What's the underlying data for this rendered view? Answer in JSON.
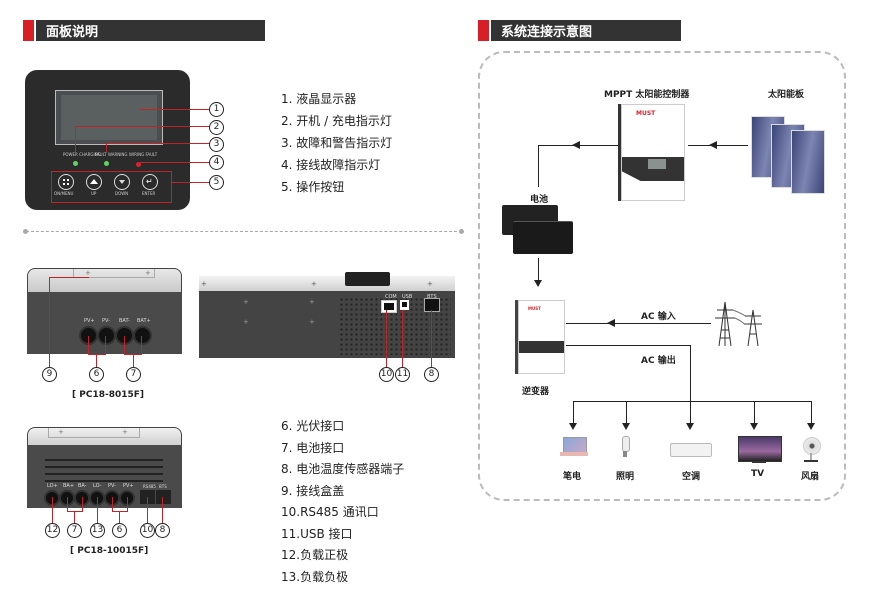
{
  "left_header": {
    "title": "面板说明"
  },
  "right_header": {
    "title": "系统连接示意图"
  },
  "panel": {
    "indicators": {
      "power_charging": "POWER CHARGING",
      "fault_warning": "FAULT  WARNING",
      "wiring_fault": "WIRING FAULT"
    },
    "buttons": [
      {
        "label": "ON/MENU",
        "icon": "menu-grid-icon"
      },
      {
        "label": "UP",
        "icon": "up-triangle-icon"
      },
      {
        "label": "DOWN",
        "icon": "down-triangle-icon"
      },
      {
        "label": "ENTER",
        "icon": "enter-icon"
      }
    ],
    "callouts": [
      "1",
      "2",
      "3",
      "4",
      "5"
    ],
    "indicator_colors": {
      "power": "#5fd45f",
      "fault": "#5fd45f",
      "wiring": "#e0202a"
    }
  },
  "panel_list": [
    "1.  液晶显示器",
    "2.  开机 / 充电指示灯",
    "3.  故障和警告指示灯",
    "4.  接线故障指示灯",
    "5.  操作按钮"
  ],
  "model_a": {
    "name": "[ PC18-8015F]",
    "ports": [
      "PV+",
      "PV-",
      "BAT-",
      "BAT+"
    ],
    "callouts": [
      "9",
      "6",
      "7"
    ]
  },
  "side_view": {
    "ports": [
      "COM",
      "USB",
      "BTS"
    ],
    "callouts": [
      "10",
      "11",
      "8"
    ]
  },
  "model_b": {
    "name": "[ PC18-10015F]",
    "ports": [
      "LO+",
      "BA+",
      "BA-",
      "LO-",
      "PV-",
      "PV+",
      "RS485",
      "BTS"
    ],
    "callouts": [
      "12",
      "7",
      "13",
      "6",
      "10",
      "8"
    ]
  },
  "port_list": [
    "6.  光伏接口",
    "7.  电池接口",
    "8.  电池温度传感器端子",
    "9.  接线盒盖",
    "10.RS485 通讯口",
    "11.USB 接口",
    "12.负载正极",
    "13.负载负极"
  ],
  "diagram": {
    "controller": "MPPT 太阳能控制器",
    "solar_panel": "太阳能板",
    "battery": "电池",
    "inverter": "逆变器",
    "ac_input": "AC 输入",
    "ac_output": "AC 输出",
    "loads": [
      "笔电",
      "照明",
      "空调",
      "TV",
      "风扇"
    ],
    "brand": "MUST"
  },
  "colors": {
    "accent_red": "#d91f26",
    "header_dark": "#333333",
    "callout_red": "#c0232a"
  }
}
